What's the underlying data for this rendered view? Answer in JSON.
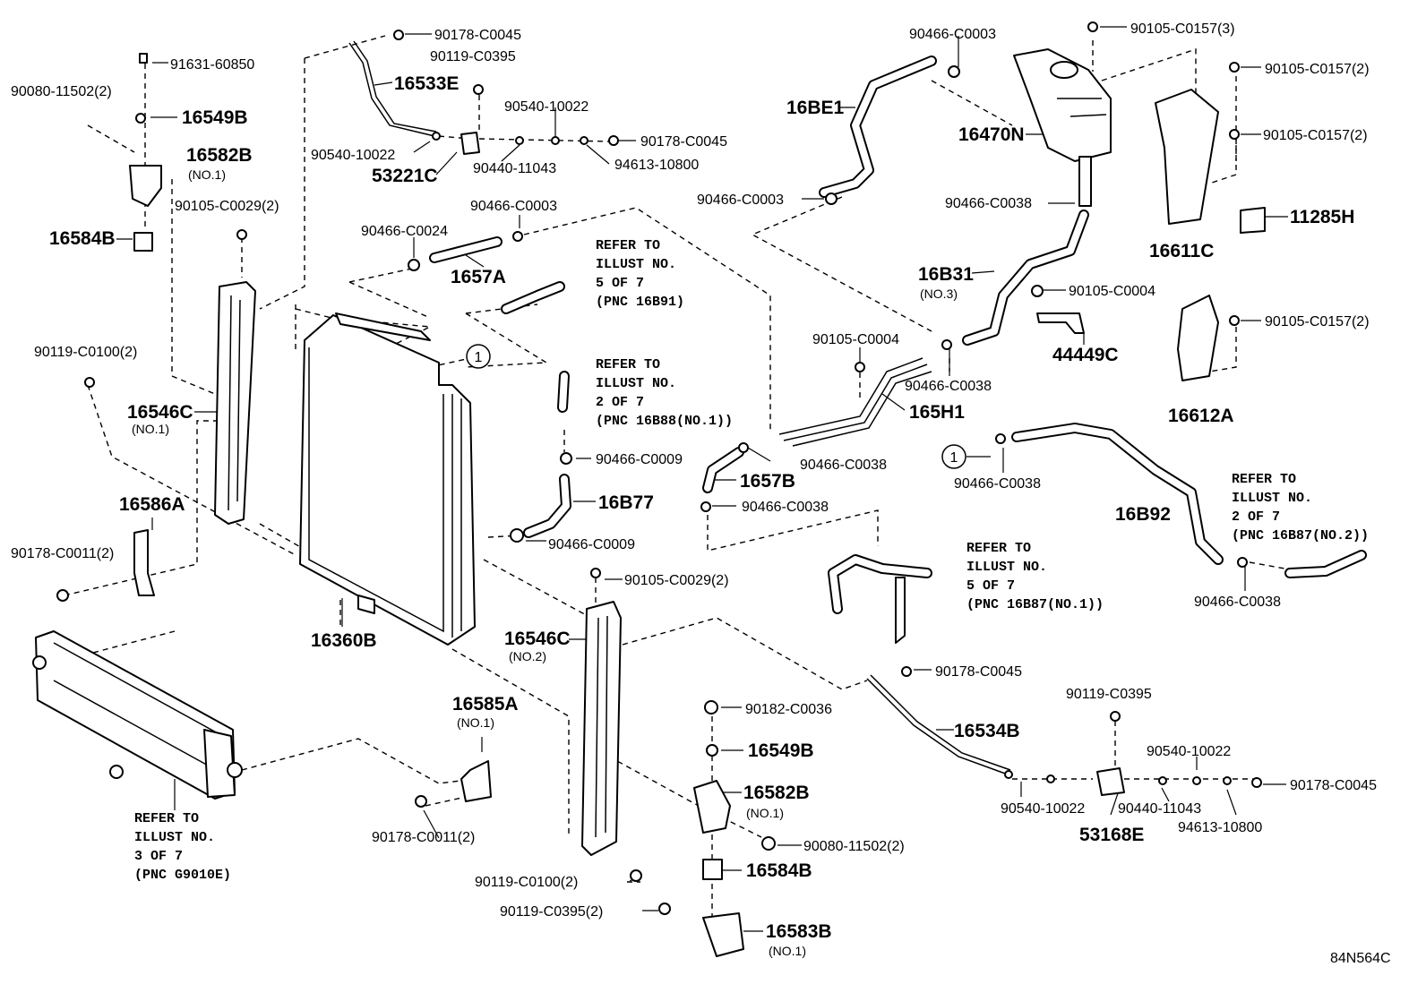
{
  "callouts": [
    {
      "id": "c1",
      "part": "90178-C0045",
      "style": "lbl"
    },
    {
      "id": "c2",
      "part": "91631-60850",
      "style": "lbl"
    },
    {
      "id": "c3",
      "part": "90119-C0395",
      "style": "lbl"
    },
    {
      "id": "c4",
      "part": "90080-11502(2)",
      "style": "lbl"
    },
    {
      "id": "c5",
      "part": "16533E",
      "style": "big"
    },
    {
      "id": "c6",
      "part": "16549B",
      "style": "big"
    },
    {
      "id": "c7",
      "part": "90540-10022",
      "style": "lbl"
    },
    {
      "id": "c8",
      "part": "16582B",
      "style": "big"
    },
    {
      "id": "c9",
      "part": "(NO.1)",
      "style": "sub"
    },
    {
      "id": "c10",
      "part": "90540-10022",
      "style": "lbl"
    },
    {
      "id": "c11",
      "part": "90178-C0045",
      "style": "lbl"
    },
    {
      "id": "c12",
      "part": "90440-11043",
      "style": "lbl"
    },
    {
      "id": "c13",
      "part": "53221C",
      "style": "big"
    },
    {
      "id": "c14",
      "part": "94613-10800",
      "style": "lbl"
    },
    {
      "id": "c15",
      "part": "90105-C0029(2)",
      "style": "lbl"
    },
    {
      "id": "c16",
      "part": "90466-C0003",
      "style": "lbl"
    },
    {
      "id": "c17",
      "part": "90466-C0024",
      "style": "lbl"
    },
    {
      "id": "c18",
      "part": "16584B",
      "style": "big"
    },
    {
      "id": "c19",
      "part": "1657A",
      "style": "big"
    },
    {
      "id": "c20",
      "part": "90119-C0100(2)",
      "style": "lbl"
    },
    {
      "id": "c21",
      "part": "16546C",
      "style": "big"
    },
    {
      "id": "c22",
      "part": "(NO.1)",
      "style": "sub"
    },
    {
      "id": "c23",
      "part": "16586A",
      "style": "big"
    },
    {
      "id": "c24",
      "part": "90178-C0011(2)",
      "style": "lbl"
    },
    {
      "id": "c25",
      "part": "90466-C0009",
      "style": "lbl"
    },
    {
      "id": "c26",
      "part": "16B77",
      "style": "big"
    },
    {
      "id": "c27",
      "part": "90466-C0009",
      "style": "lbl"
    },
    {
      "id": "c28",
      "part": "90105-C0029(2)",
      "style": "lbl"
    },
    {
      "id": "c29",
      "part": "16360B",
      "style": "big"
    },
    {
      "id": "c30",
      "part": "16546C",
      "style": "big"
    },
    {
      "id": "c31",
      "part": "(NO.2)",
      "style": "sub"
    },
    {
      "id": "c32",
      "part": "16585A",
      "style": "big"
    },
    {
      "id": "c33",
      "part": "(NO.1)",
      "style": "sub"
    },
    {
      "id": "c34",
      "part": "90178-C0011(2)",
      "style": "lbl"
    },
    {
      "id": "c35",
      "part": "90119-C0100(2)",
      "style": "lbl"
    },
    {
      "id": "c36",
      "part": "90119-C0395(2)",
      "style": "lbl"
    },
    {
      "id": "c37",
      "part": "90182-C0036",
      "style": "lbl"
    },
    {
      "id": "c38",
      "part": "16549B",
      "style": "big"
    },
    {
      "id": "c39",
      "part": "16582B",
      "style": "big"
    },
    {
      "id": "c40",
      "part": "(NO.1)",
      "style": "sub"
    },
    {
      "id": "c41",
      "part": "90080-11502(2)",
      "style": "lbl"
    },
    {
      "id": "c42",
      "part": "16584B",
      "style": "big"
    },
    {
      "id": "c43",
      "part": "16583B",
      "style": "big"
    },
    {
      "id": "c44",
      "part": "(NO.1)",
      "style": "sub"
    },
    {
      "id": "c45",
      "part": "90466-C0003",
      "style": "lbl"
    },
    {
      "id": "c46",
      "part": "16BE1",
      "style": "big"
    },
    {
      "id": "c47",
      "part": "90466-C0003",
      "style": "lbl"
    },
    {
      "id": "c48",
      "part": "90105-C0157(3)",
      "style": "lbl"
    },
    {
      "id": "c49",
      "part": "16470N",
      "style": "big"
    },
    {
      "id": "c50",
      "part": "90105-C0157(2)",
      "style": "lbl"
    },
    {
      "id": "c51",
      "part": "90105-C0157(2)",
      "style": "lbl"
    },
    {
      "id": "c52",
      "part": "90466-C0038",
      "style": "lbl"
    },
    {
      "id": "c53",
      "part": "11285H",
      "style": "big"
    },
    {
      "id": "c54",
      "part": "16611C",
      "style": "big"
    },
    {
      "id": "c55",
      "part": "16B31",
      "style": "big"
    },
    {
      "id": "c56",
      "part": "(NO.3)",
      "style": "sub"
    },
    {
      "id": "c57",
      "part": "90105-C0004",
      "style": "lbl"
    },
    {
      "id": "c58",
      "part": "90105-C0157(2)",
      "style": "lbl"
    },
    {
      "id": "c59",
      "part": "44449C",
      "style": "big"
    },
    {
      "id": "c60",
      "part": "90105-C0004",
      "style": "lbl"
    },
    {
      "id": "c61",
      "part": "90466-C0038",
      "style": "lbl"
    },
    {
      "id": "c62",
      "part": "165H1",
      "style": "big"
    },
    {
      "id": "c63",
      "part": "16612A",
      "style": "big"
    },
    {
      "id": "c64",
      "part": "90466-C0038",
      "style": "lbl"
    },
    {
      "id": "c65",
      "part": "1657B",
      "style": "big"
    },
    {
      "id": "c66",
      "part": "90466-C0038",
      "style": "lbl"
    },
    {
      "id": "c67",
      "part": "90466-C0038",
      "style": "lbl"
    },
    {
      "id": "c68",
      "part": "16B92",
      "style": "big"
    },
    {
      "id": "c69",
      "part": "90466-C0038",
      "style": "lbl"
    },
    {
      "id": "c70",
      "part": "90178-C0045",
      "style": "lbl"
    },
    {
      "id": "c71",
      "part": "16534B",
      "style": "big"
    },
    {
      "id": "c72",
      "part": "90119-C0395",
      "style": "lbl"
    },
    {
      "id": "c73",
      "part": "90540-10022",
      "style": "lbl"
    },
    {
      "id": "c74",
      "part": "90540-10022",
      "style": "lbl"
    },
    {
      "id": "c75",
      "part": "90440-11043",
      "style": "lbl"
    },
    {
      "id": "c76",
      "part": "90178-C0045",
      "style": "lbl"
    },
    {
      "id": "c77",
      "part": "53168E",
      "style": "big"
    },
    {
      "id": "c78",
      "part": "94613-10800",
      "style": "lbl"
    }
  ],
  "ref_notes": [
    {
      "id": "n1",
      "lines": [
        "REFER TO",
        "ILLUST NO.",
        "5 OF 7",
        "(PNC 16B91)"
      ]
    },
    {
      "id": "n2",
      "lines": [
        "REFER TO",
        "ILLUST NO.",
        "2 OF 7",
        "(PNC 16B88(NO.1))"
      ]
    },
    {
      "id": "n3",
      "lines": [
        "REFER TO",
        "ILLUST NO.",
        "5 OF 7",
        "(PNC 16B87(NO.1))"
      ]
    },
    {
      "id": "n4",
      "lines": [
        "REFER TO",
        "ILLUST NO.",
        "2 OF 7",
        "(PNC 16B87(NO.2))"
      ]
    },
    {
      "id": "n5",
      "lines": [
        "REFER TO",
        "ILLUST NO.",
        "3 OF 7",
        "(PNC G9010E)"
      ]
    }
  ],
  "markers": [
    "1",
    "1"
  ],
  "diagram_code": "84N564C"
}
